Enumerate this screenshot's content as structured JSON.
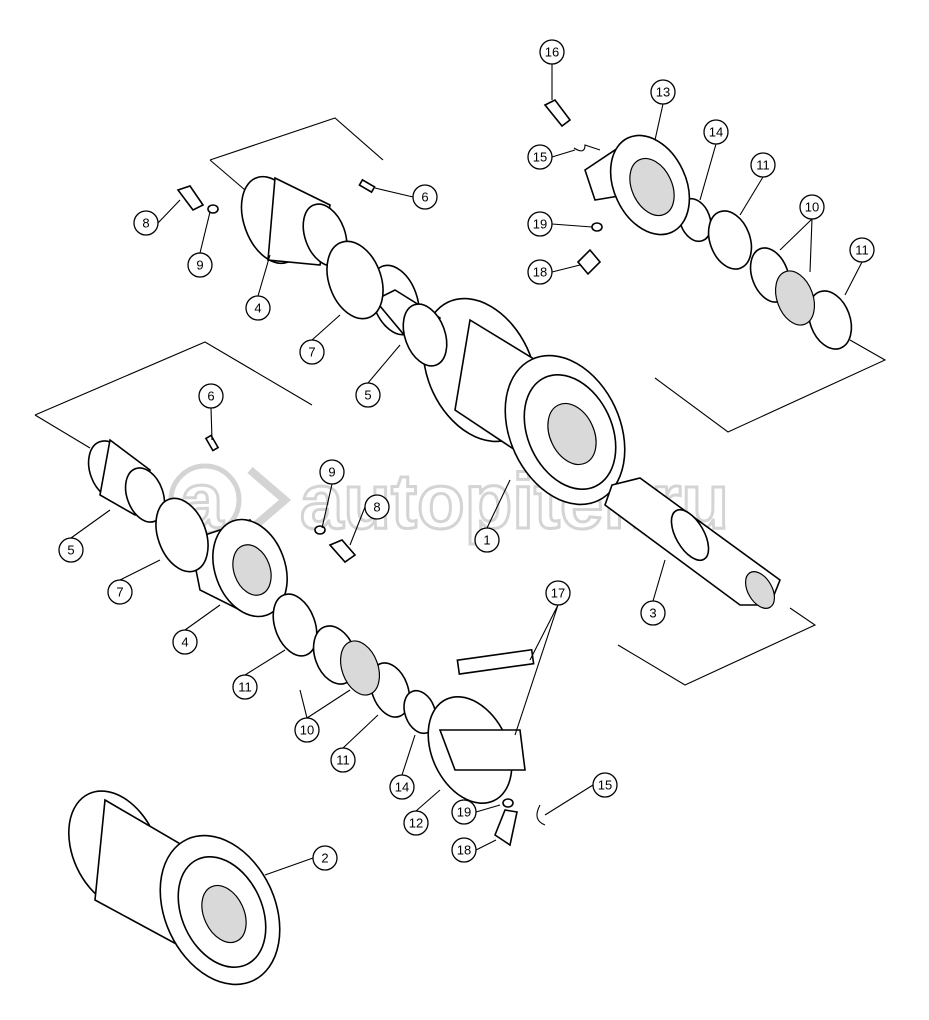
{
  "diagram": {
    "watermark": "autopiter.ru",
    "callouts": [
      "16",
      "13",
      "15",
      "14",
      "11",
      "10",
      "19",
      "18",
      "11",
      "6",
      "8",
      "9",
      "4",
      "7",
      "5",
      "6",
      "5",
      "7",
      "4",
      "9",
      "8",
      "1",
      "3",
      "17",
      "11",
      "10",
      "11",
      "14",
      "12",
      "19",
      "15",
      "18",
      "2"
    ]
  }
}
